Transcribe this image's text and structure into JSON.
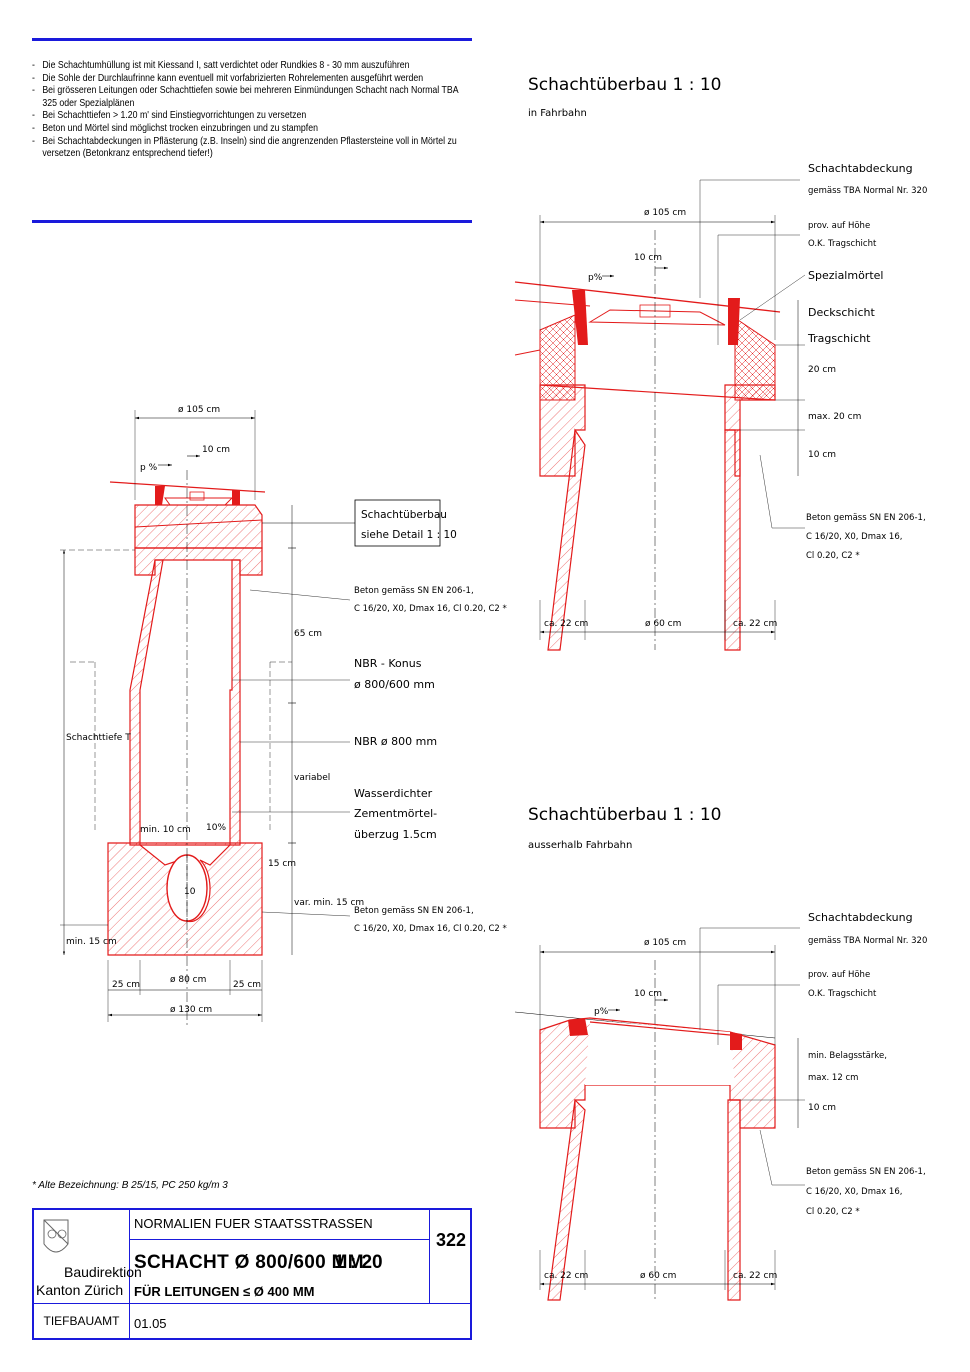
{
  "notes": [
    "Die Schachtumhüllung ist mit Kiessand I, satt verdichtet oder Rundkies 8 - 30 mm auszuführen",
    "Die Sohle der Durchlaufrinne kann eventuell mit vorfabrizierten Rohrelementen ausgeführt werden",
    "Bei grösseren Leitungen oder Schachttiefen sowie bei mehreren Einmündungen Schacht nach Normal TBA 325 oder Spezialplänen",
    "Bei Schachttiefen > 1.20 m' sind Einstiegvorrichtungen zu versetzen",
    "Beton und Mörtel sind möglichst trocken einzubringen und zu stampfen",
    "Bei Schachtabdeckungen in Pflästerung (z.B. Inseln) sind die angrenzenden Pflastersteine voll in Mörtel zu versetzen (Betonkranz entsprechend tiefer!)"
  ],
  "main_section": {
    "dim_top": "ø 105 cm",
    "dim_10": "10 cm",
    "slope": "p %",
    "detail_ref": [
      "Schachtüberbau",
      "siehe Detail 1 : 10"
    ],
    "beton_1": [
      "Beton gemäss SN EN 206-1,",
      "C 16/20, X0, Dmax 16, Cl 0.20, C2 *"
    ],
    "dim_65": "65 cm",
    "konus": [
      "NBR - Konus",
      "ø 800/600 mm"
    ],
    "nbr": "NBR  ø 800 mm",
    "depth": "Schachttiefe T",
    "variabel": "variabel",
    "wasser": [
      "Wasserdichter",
      "Zementmörtel-",
      "überzug 1.5cm"
    ],
    "min10": "min. 10 cm",
    "pct10": "10%",
    "dim15": "15 cm",
    "pipe": "10",
    "varmin": "var. min. 15 cm",
    "beton_2": [
      "Beton gemäss SN EN 206-1,",
      "C 16/20, X0, Dmax 16, Cl 0.20, C2 *"
    ],
    "min15": "min. 15 cm",
    "d25a": "25 cm",
    "d80": "ø 80 cm",
    "d25b": "25 cm",
    "d130": "ø 130 cm"
  },
  "detail_top": {
    "title": "Schachtüberbau 1 : 10",
    "subtitle": "in Fahrbahn",
    "abdeckung": "Schachtabdeckung",
    "abdeckung_sub": "gemäss TBA Normal Nr. 320",
    "dim105": "ø 105 cm",
    "prov": [
      "prov. auf Höhe",
      "O.K. Tragschicht"
    ],
    "dim10": "10 cm",
    "slope": "p%",
    "spezial": "Spezialmörtel",
    "deck": "Deckschicht",
    "trag": "Tragschicht",
    "d20": "20 cm",
    "max20": "max. 20 cm",
    "d10": "10 cm",
    "beton": [
      "Beton gemäss SN EN 206-1,",
      "C 16/20, X0, Dmax 16,",
      "Cl 0.20, C2 *"
    ],
    "ca22a": "ca. 22 cm",
    "d60": "ø 60 cm",
    "ca22b": "ca. 22 cm"
  },
  "detail_bottom": {
    "title": "Schachtüberbau 1 : 10",
    "subtitle": "ausserhalb Fahrbahn",
    "abdeckung": "Schachtabdeckung",
    "abdeckung_sub": "gemäss TBA Normal Nr. 320",
    "dim105": "ø 105 cm",
    "prov": [
      "prov. auf Höhe",
      "O.K. Tragschicht"
    ],
    "dim10": "10 cm",
    "slope": "p%",
    "belag": [
      "min. Belagsstärke,",
      "max. 12 cm"
    ],
    "d10": "10 cm",
    "beton": [
      "Beton gemäss SN EN 206-1,",
      "C 16/20, X0, Dmax 16,",
      "Cl 0.20, C2 *"
    ],
    "ca22a": "ca. 22 cm",
    "d60": "ø 60 cm",
    "ca22b": "ca. 22 cm"
  },
  "footnote": "* Alte Bezeichnung: B 25/15, PC 250 kg/m 3",
  "title_block": {
    "org_line1": "Baudirektion",
    "org_line2": "Kanton Zürich",
    "dept": "TIEFBAUAMT",
    "header": "NORMALIEN  FUER  STAATSSTRASSEN",
    "title": "SCHACHT   Ø  800/600 MM",
    "scale": "1 : 20",
    "subtitle": "FÜR LEITUNGEN ≤   Ø 400 MM",
    "number": "322",
    "date": "01.05"
  },
  "colors": {
    "concrete_red": "#e31b1b",
    "rule_blue": "#1a1adb"
  }
}
